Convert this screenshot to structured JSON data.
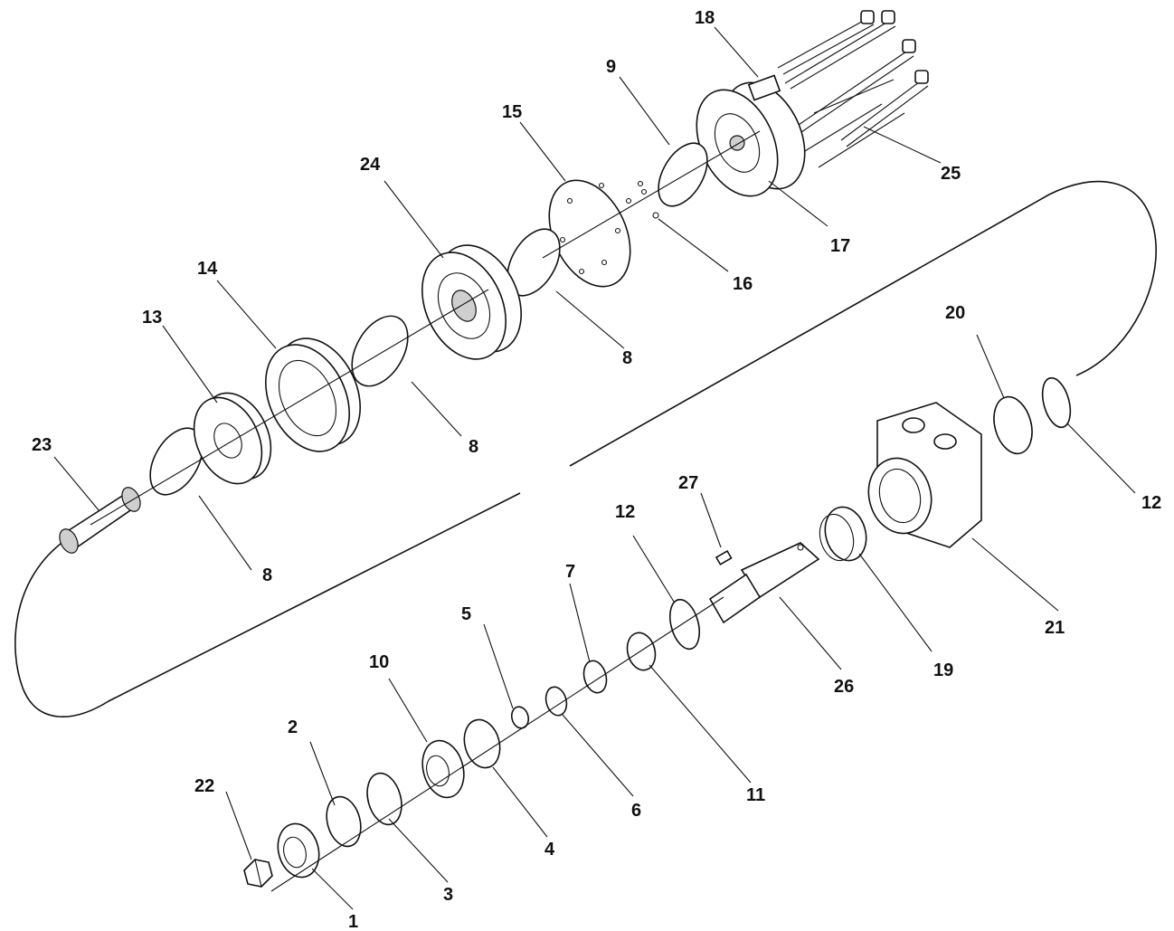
{
  "labels": {
    "p1": "1",
    "p2": "2",
    "p3": "3",
    "p4": "4",
    "p5": "5",
    "p6": "6",
    "p7": "7",
    "p8a": "8",
    "p8b": "8",
    "p8c": "8",
    "p9": "9",
    "p10": "10",
    "p11": "11",
    "p12a": "12",
    "p12b": "12",
    "p13": "13",
    "p14": "14",
    "p15": "15",
    "p16": "16",
    "p17": "17",
    "p18": "18",
    "p19": "19",
    "p20": "20",
    "p21": "21",
    "p22": "22",
    "p23": "23",
    "p24": "24",
    "p25": "25",
    "p26": "26",
    "p27": "27"
  }
}
